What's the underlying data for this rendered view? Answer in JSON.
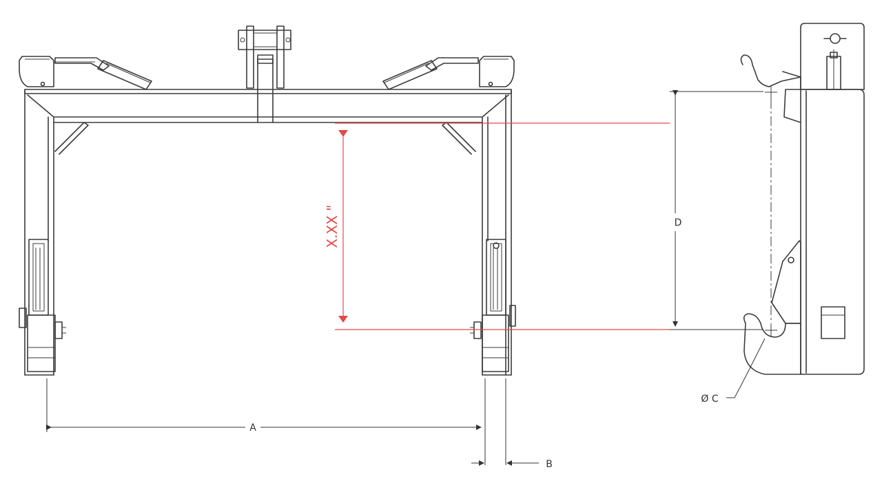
{
  "labels": {
    "dim_a": "A",
    "dim_b": "B",
    "dim_c": "Ø C",
    "dim_d": "D",
    "dim_xxx": "X.XX \""
  },
  "colors": {
    "line": "#3a3a3a",
    "dimension": "#333333",
    "highlight": "#e34a4a",
    "background": "#ffffff"
  }
}
